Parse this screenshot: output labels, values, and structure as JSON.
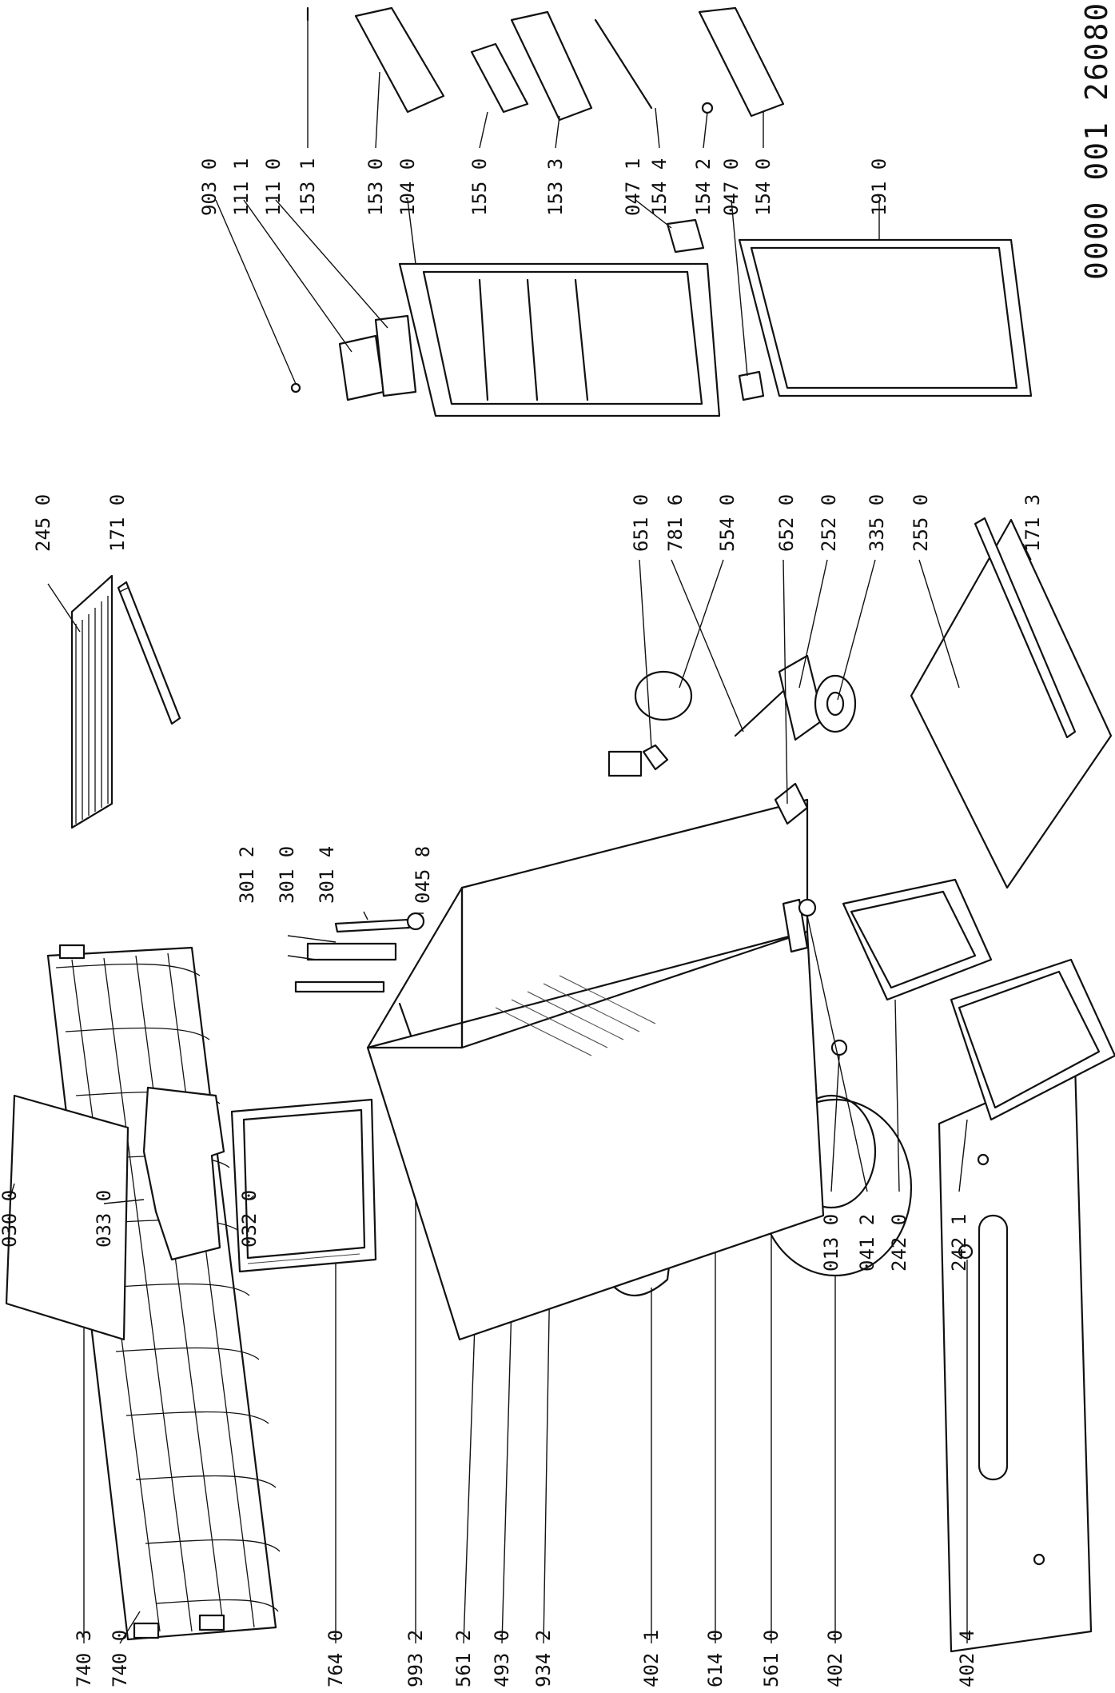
{
  "document_number": "0000 001 26080",
  "labels": {
    "l7403": "740 3",
    "l7400": "740 0",
    "l7640": "764 0",
    "l9932": "993 2",
    "l5612": "561 2",
    "l4930": "493 0",
    "l9342": "934 2",
    "l4021": "402 1",
    "l6140": "614 0",
    "l5610": "561 0",
    "l4020": "402 0",
    "l4024": "402 4",
    "l0300": "030 0",
    "l0330": "033 0",
    "l0320": "032 0",
    "l3012": "301 2",
    "l3010": "301 0",
    "l3014": "301 4",
    "l0458": "045 8",
    "l0130": "013 0",
    "l0412": "041 2",
    "l2420": "242 0",
    "l2421": "242 1",
    "l2450": "245 0",
    "l1710": "171 0",
    "l6510": "651 0",
    "l7816": "781 6",
    "l5540": "554 0",
    "l6520": "652 0",
    "l2520": "252 0",
    "l3350": "335 0",
    "l2550": "255 0",
    "l1713": "171 3",
    "l9030": "903 0",
    "l1111": "111 1",
    "l1110": "111 0",
    "l1531": "153 1",
    "l1530": "153 0",
    "l1040": "104 0",
    "l1550": "155 0",
    "l1533": "153 3",
    "l0471": "047 1",
    "l1544": "154 4",
    "l1542": "154 2",
    "l0470": "047 0",
    "l1540": "154 0",
    "l1910": "191 0"
  }
}
